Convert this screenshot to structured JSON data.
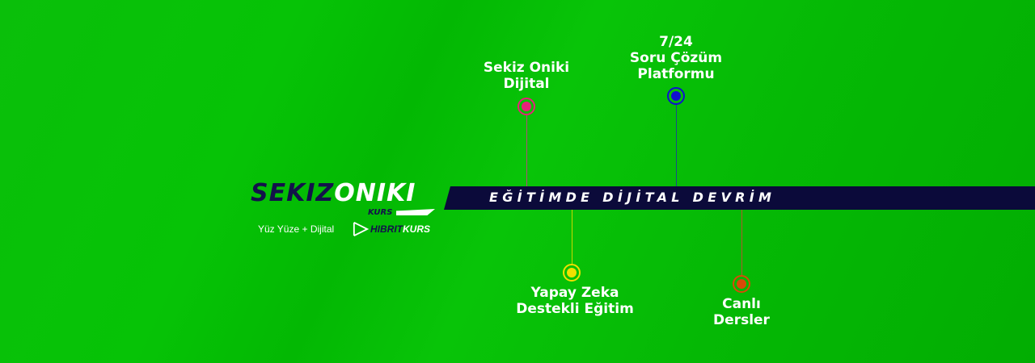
{
  "logo": {
    "part1": "SEKIZ",
    "part2": "ONIKI",
    "sub": "KURS"
  },
  "slogan": "Yüz Yüze + Dijital",
  "hibrit": {
    "part1": "HIBRIT",
    "part2": "KURS"
  },
  "banner_title": "EĞİTİMDE DİJİTAL DEVRİM",
  "features": [
    {
      "line1": "Sekiz Oniki",
      "line2": "Dijital",
      "color": "#e8207a"
    },
    {
      "line0": "7/24",
      "line1": "Soru Çözüm",
      "line2": "Platformu",
      "color": "#1010d0"
    },
    {
      "line1": "Yapay Zeka",
      "line2": "Destekli Eğitim",
      "color": "#f0e000"
    },
    {
      "line1": "Canlı",
      "line2": "Dersler",
      "color": "#d84a08"
    }
  ]
}
